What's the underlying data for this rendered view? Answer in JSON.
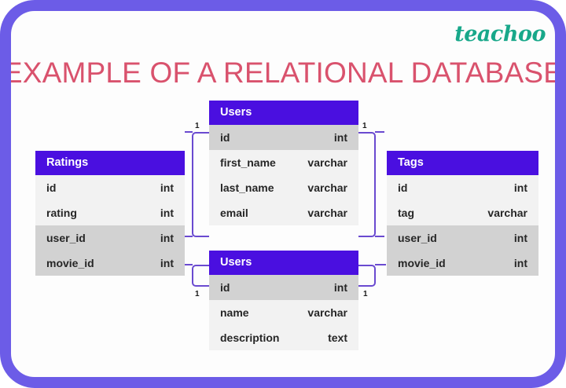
{
  "brand": {
    "name": "teachoo"
  },
  "page": {
    "title": "EXAMPLE OF A RELATIONAL DATABASE"
  },
  "colors": {
    "frame": "#6c5ce7",
    "table_header": "#4a0fe0",
    "row_normal": "#f2f2f2",
    "row_key": "#d2d2d2",
    "title": "#d9526d",
    "brand": "#18a88a",
    "connector": "#6a4ad0"
  },
  "tables": [
    {
      "id": "users-top",
      "name": "Users",
      "rows": [
        {
          "field": "id",
          "type": "int",
          "key": true
        },
        {
          "field": "first_name",
          "type": "varchar",
          "key": false
        },
        {
          "field": "last_name",
          "type": "varchar",
          "key": false
        },
        {
          "field": "email",
          "type": "varchar",
          "key": false
        }
      ]
    },
    {
      "id": "ratings",
      "name": "Ratings",
      "rows": [
        {
          "field": "id",
          "type": "int",
          "key": false
        },
        {
          "field": "rating",
          "type": "int",
          "key": false
        },
        {
          "field": "user_id",
          "type": "int",
          "key": true
        },
        {
          "field": "movie_id",
          "type": "int",
          "key": true
        }
      ]
    },
    {
      "id": "tags",
      "name": "Tags",
      "rows": [
        {
          "field": "id",
          "type": "int",
          "key": false
        },
        {
          "field": "tag",
          "type": "varchar",
          "key": false
        },
        {
          "field": "user_id",
          "type": "int",
          "key": true
        },
        {
          "field": "movie_id",
          "type": "int",
          "key": true
        }
      ]
    },
    {
      "id": "users-bottom",
      "name": "Users",
      "rows": [
        {
          "field": "id",
          "type": "int",
          "key": true
        },
        {
          "field": "name",
          "type": "varchar",
          "key": false
        },
        {
          "field": "description",
          "type": "text",
          "key": false
        }
      ]
    }
  ],
  "relationships": [
    {
      "id": "users-top-to-ratings",
      "cardinality": "1"
    },
    {
      "id": "users-top-to-tags",
      "cardinality": "1"
    },
    {
      "id": "ratings-to-users-bottom",
      "cardinality": "1"
    },
    {
      "id": "users-bottom-to-tags",
      "cardinality": "1"
    }
  ]
}
